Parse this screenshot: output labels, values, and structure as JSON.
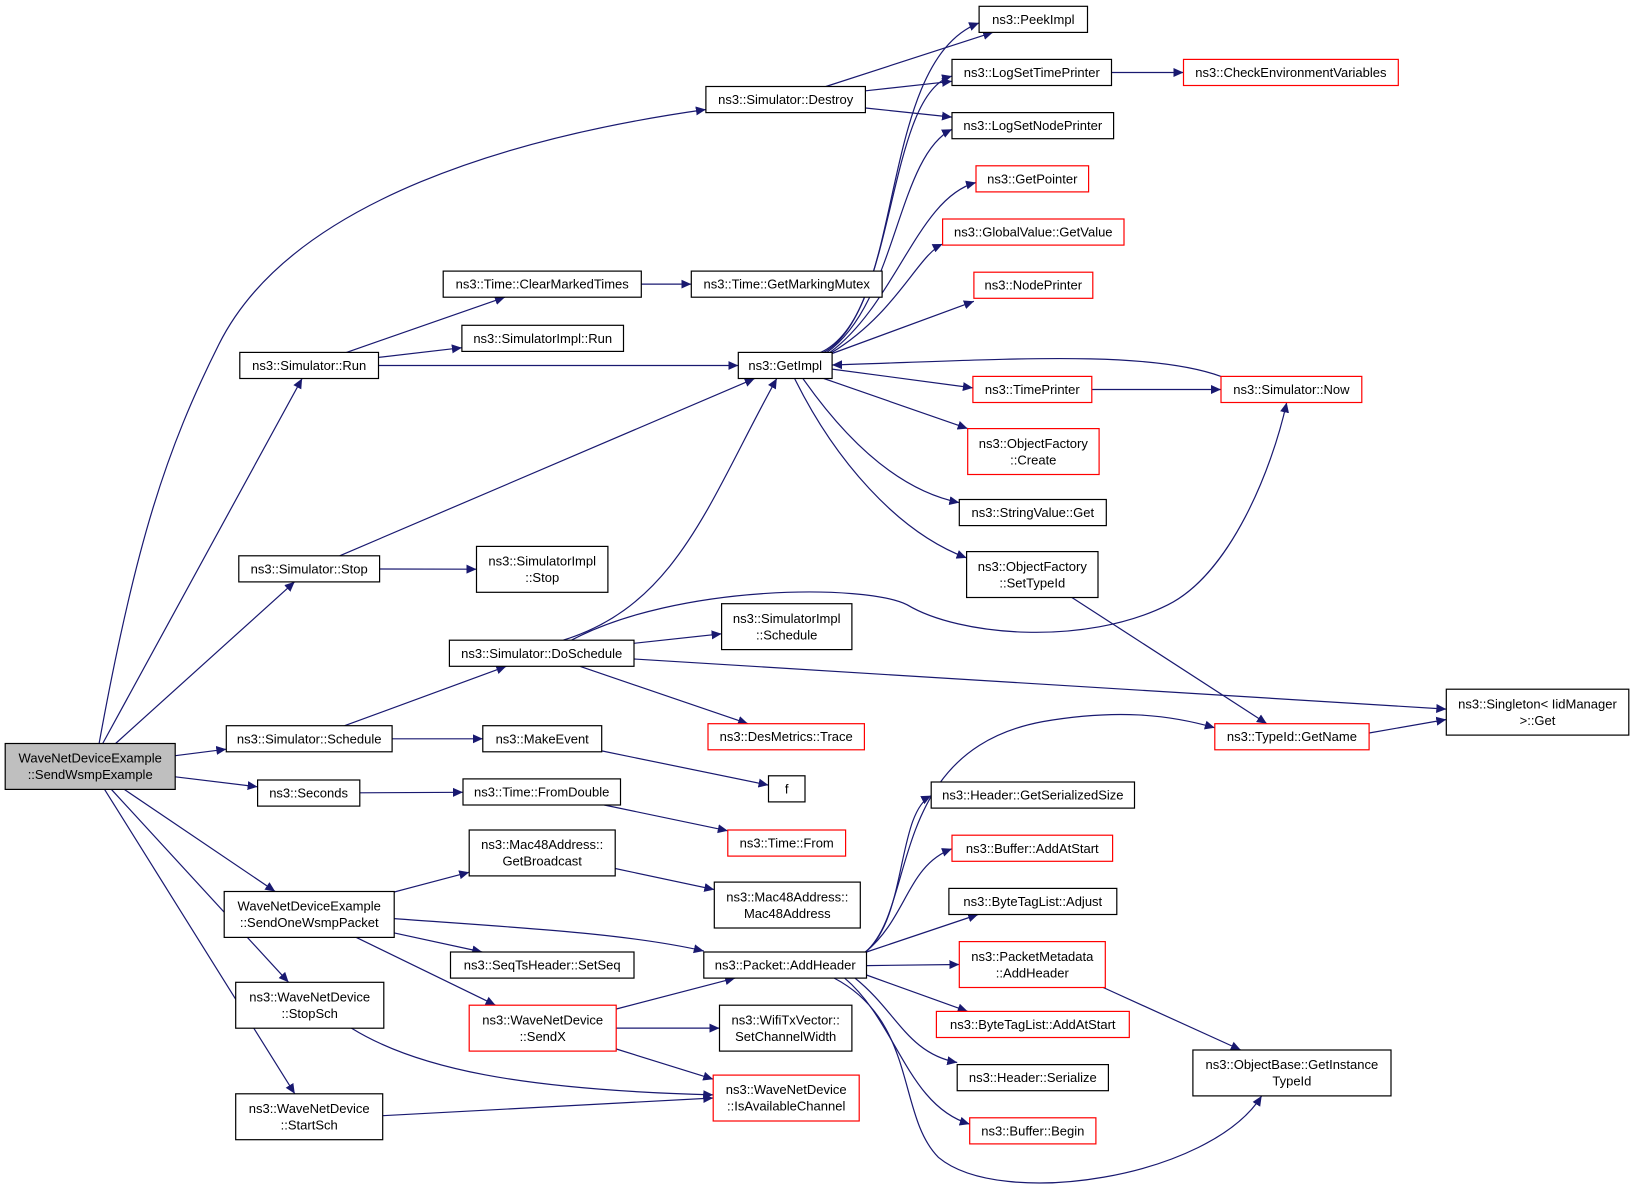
{
  "colors": {
    "edge": "#191970",
    "root_fill": "#bfbfbf",
    "default_border": "#000000",
    "truncated_border": "#ff0000",
    "background": "#ffffff"
  },
  "diagram": {
    "type": "call-graph",
    "root": "WaveNetDeviceExample::SendWsmpExample",
    "nodes": [
      {
        "id": "root",
        "lines": [
          "WaveNetDeviceExample",
          "::SendWsmpExample"
        ],
        "variant": "root"
      },
      {
        "id": "destroy",
        "lines": [
          "ns3::Simulator::Destroy"
        ],
        "variant": "normal"
      },
      {
        "id": "peekimpl",
        "lines": [
          "ns3::PeekImpl"
        ],
        "variant": "normal"
      },
      {
        "id": "logsettimeprinter",
        "lines": [
          "ns3::LogSetTimePrinter"
        ],
        "variant": "normal"
      },
      {
        "id": "checkenv",
        "lines": [
          "ns3::CheckEnvironmentVariables"
        ],
        "variant": "truncated"
      },
      {
        "id": "logsetnodeprinter",
        "lines": [
          "ns3::LogSetNodePrinter"
        ],
        "variant": "normal"
      },
      {
        "id": "getpointer",
        "lines": [
          "ns3::GetPointer"
        ],
        "variant": "truncated"
      },
      {
        "id": "globalvalue",
        "lines": [
          "ns3::GlobalValue::GetValue"
        ],
        "variant": "truncated"
      },
      {
        "id": "clearmarked",
        "lines": [
          "ns3::Time::ClearMarkedTimes"
        ],
        "variant": "normal"
      },
      {
        "id": "getmarkingmutex",
        "lines": [
          "ns3::Time::GetMarkingMutex"
        ],
        "variant": "normal"
      },
      {
        "id": "nodeprinter",
        "lines": [
          "ns3::NodePrinter"
        ],
        "variant": "truncated"
      },
      {
        "id": "simimplrun",
        "lines": [
          "ns3::SimulatorImpl::Run"
        ],
        "variant": "normal"
      },
      {
        "id": "simrun",
        "lines": [
          "ns3::Simulator::Run"
        ],
        "variant": "normal"
      },
      {
        "id": "getimpl",
        "lines": [
          "ns3::GetImpl"
        ],
        "variant": "normal"
      },
      {
        "id": "timeprinter",
        "lines": [
          "ns3::TimePrinter"
        ],
        "variant": "truncated"
      },
      {
        "id": "simnow",
        "lines": [
          "ns3::Simulator::Now"
        ],
        "variant": "truncated"
      },
      {
        "id": "objfactcreate",
        "lines": [
          "ns3::ObjectFactory",
          "::Create"
        ],
        "variant": "truncated"
      },
      {
        "id": "stringvalue",
        "lines": [
          "ns3::StringValue::Get"
        ],
        "variant": "normal"
      },
      {
        "id": "simstop",
        "lines": [
          "ns3::Simulator::Stop"
        ],
        "variant": "normal"
      },
      {
        "id": "simimplstop",
        "lines": [
          "ns3::SimulatorImpl",
          "::Stop"
        ],
        "variant": "normal"
      },
      {
        "id": "objfactsettypeid",
        "lines": [
          "ns3::ObjectFactory",
          "::SetTypeId"
        ],
        "variant": "normal"
      },
      {
        "id": "simimplschedule",
        "lines": [
          "ns3::SimulatorImpl",
          "::Schedule"
        ],
        "variant": "normal"
      },
      {
        "id": "doschedule",
        "lines": [
          "ns3::Simulator::DoSchedule"
        ],
        "variant": "normal"
      },
      {
        "id": "singleton",
        "lines": [
          "ns3::Singleton< IidManager",
          " >::Get"
        ],
        "variant": "normal"
      },
      {
        "id": "schedule",
        "lines": [
          "ns3::Simulator::Schedule"
        ],
        "variant": "normal"
      },
      {
        "id": "makeevent",
        "lines": [
          "ns3::MakeEvent"
        ],
        "variant": "normal"
      },
      {
        "id": "desmetrics",
        "lines": [
          "ns3::DesMetrics::Trace"
        ],
        "variant": "truncated"
      },
      {
        "id": "typeidgetname",
        "lines": [
          "ns3::TypeId::GetName"
        ],
        "variant": "truncated"
      },
      {
        "id": "f",
        "lines": [
          "f"
        ],
        "variant": "normal"
      },
      {
        "id": "seconds",
        "lines": [
          "ns3::Seconds"
        ],
        "variant": "normal"
      },
      {
        "id": "fromdouble",
        "lines": [
          "ns3::Time::FromDouble"
        ],
        "variant": "normal"
      },
      {
        "id": "headergetsize",
        "lines": [
          "ns3::Header::GetSerializedSize"
        ],
        "variant": "normal"
      },
      {
        "id": "timefrom",
        "lines": [
          "ns3::Time::From"
        ],
        "variant": "truncated"
      },
      {
        "id": "bufferaddatstart",
        "lines": [
          "ns3::Buffer::AddAtStart"
        ],
        "variant": "truncated"
      },
      {
        "id": "getbroadcast",
        "lines": [
          "ns3::Mac48Address::",
          "GetBroadcast"
        ],
        "variant": "normal"
      },
      {
        "id": "mac48address",
        "lines": [
          "ns3::Mac48Address::",
          "Mac48Address"
        ],
        "variant": "normal"
      },
      {
        "id": "bytetagadjust",
        "lines": [
          "ns3::ByteTagList::Adjust"
        ],
        "variant": "normal"
      },
      {
        "id": "sendone",
        "lines": [
          "WaveNetDeviceExample",
          "::SendOneWsmpPacket"
        ],
        "variant": "normal"
      },
      {
        "id": "setseq",
        "lines": [
          "ns3::SeqTsHeader::SetSeq"
        ],
        "variant": "normal"
      },
      {
        "id": "addheader",
        "lines": [
          "ns3::Packet::AddHeader"
        ],
        "variant": "normal"
      },
      {
        "id": "pktmetaadd",
        "lines": [
          "ns3::PacketMetadata",
          "::AddHeader"
        ],
        "variant": "truncated"
      },
      {
        "id": "stopsch",
        "lines": [
          "ns3::WaveNetDevice",
          "::StopSch"
        ],
        "variant": "normal"
      },
      {
        "id": "sendx",
        "lines": [
          "ns3::WaveNetDevice",
          "::SendX"
        ],
        "variant": "truncated"
      },
      {
        "id": "setchannelwidth",
        "lines": [
          "ns3::WifiTxVector::",
          "SetChannelWidth"
        ],
        "variant": "normal"
      },
      {
        "id": "bytetagaddatstart",
        "lines": [
          "ns3::ByteTagList::AddAtStart"
        ],
        "variant": "truncated"
      },
      {
        "id": "getinstancetypeid",
        "lines": [
          "ns3::ObjectBase::GetInstance",
          "TypeId"
        ],
        "variant": "normal"
      },
      {
        "id": "headerserialize",
        "lines": [
          "ns3::Header::Serialize"
        ],
        "variant": "normal"
      },
      {
        "id": "isavailable",
        "lines": [
          "ns3::WaveNetDevice",
          "::IsAvailableChannel"
        ],
        "variant": "truncated"
      },
      {
        "id": "startsch",
        "lines": [
          "ns3::WaveNetDevice",
          "::StartSch"
        ],
        "variant": "normal"
      },
      {
        "id": "bufferbegin",
        "lines": [
          "ns3::Buffer::Begin"
        ],
        "variant": "truncated"
      }
    ],
    "edges": [
      {
        "from": "root",
        "to": "destroy"
      },
      {
        "from": "root",
        "to": "simrun"
      },
      {
        "from": "root",
        "to": "simstop"
      },
      {
        "from": "root",
        "to": "schedule"
      },
      {
        "from": "root",
        "to": "seconds"
      },
      {
        "from": "root",
        "to": "sendone"
      },
      {
        "from": "root",
        "to": "stopsch"
      },
      {
        "from": "root",
        "to": "startsch"
      },
      {
        "from": "destroy",
        "to": "peekimpl"
      },
      {
        "from": "destroy",
        "to": "logsettimeprinter"
      },
      {
        "from": "destroy",
        "to": "logsetnodeprinter"
      },
      {
        "from": "logsettimeprinter",
        "to": "checkenv"
      },
      {
        "from": "simrun",
        "to": "clearmarked"
      },
      {
        "from": "simrun",
        "to": "simimplrun"
      },
      {
        "from": "simrun",
        "to": "getimpl"
      },
      {
        "from": "clearmarked",
        "to": "getmarkingmutex"
      },
      {
        "from": "getimpl",
        "to": "peekimpl"
      },
      {
        "from": "getimpl",
        "to": "logsettimeprinter"
      },
      {
        "from": "getimpl",
        "to": "logsetnodeprinter"
      },
      {
        "from": "getimpl",
        "to": "getpointer"
      },
      {
        "from": "getimpl",
        "to": "globalvalue"
      },
      {
        "from": "getimpl",
        "to": "nodeprinter"
      },
      {
        "from": "getimpl",
        "to": "timeprinter"
      },
      {
        "from": "getimpl",
        "to": "objfactcreate"
      },
      {
        "from": "getimpl",
        "to": "stringvalue"
      },
      {
        "from": "getimpl",
        "to": "objfactsettypeid"
      },
      {
        "from": "timeprinter",
        "to": "simnow"
      },
      {
        "from": "simnow",
        "to": "getimpl"
      },
      {
        "from": "objfactsettypeid",
        "to": "typeidgetname"
      },
      {
        "from": "simstop",
        "to": "getimpl"
      },
      {
        "from": "simstop",
        "to": "simimplstop"
      },
      {
        "from": "schedule",
        "to": "doschedule"
      },
      {
        "from": "schedule",
        "to": "makeevent"
      },
      {
        "from": "doschedule",
        "to": "getimpl"
      },
      {
        "from": "doschedule",
        "to": "simnow"
      },
      {
        "from": "doschedule",
        "to": "simimplschedule"
      },
      {
        "from": "doschedule",
        "to": "singleton"
      },
      {
        "from": "doschedule",
        "to": "desmetrics"
      },
      {
        "from": "typeidgetname",
        "to": "singleton"
      },
      {
        "from": "makeevent",
        "to": "f"
      },
      {
        "from": "seconds",
        "to": "fromdouble"
      },
      {
        "from": "fromdouble",
        "to": "timefrom"
      },
      {
        "from": "sendone",
        "to": "getbroadcast"
      },
      {
        "from": "sendone",
        "to": "addheader"
      },
      {
        "from": "sendone",
        "to": "setseq"
      },
      {
        "from": "sendone",
        "to": "sendx"
      },
      {
        "from": "getbroadcast",
        "to": "mac48address"
      },
      {
        "from": "addheader",
        "to": "typeidgetname"
      },
      {
        "from": "addheader",
        "to": "headergetsize"
      },
      {
        "from": "addheader",
        "to": "bufferaddatstart"
      },
      {
        "from": "addheader",
        "to": "bytetagadjust"
      },
      {
        "from": "addheader",
        "to": "pktmetaadd"
      },
      {
        "from": "addheader",
        "to": "bytetagaddatstart"
      },
      {
        "from": "addheader",
        "to": "headerserialize"
      },
      {
        "from": "addheader",
        "to": "bufferbegin"
      },
      {
        "from": "addheader",
        "to": "getinstancetypeid"
      },
      {
        "from": "pktmetaadd",
        "to": "getinstancetypeid"
      },
      {
        "from": "sendx",
        "to": "addheader"
      },
      {
        "from": "sendx",
        "to": "setchannelwidth"
      },
      {
        "from": "sendx",
        "to": "isavailable"
      },
      {
        "from": "stopsch",
        "to": "isavailable"
      },
      {
        "from": "startsch",
        "to": "isavailable"
      }
    ]
  }
}
